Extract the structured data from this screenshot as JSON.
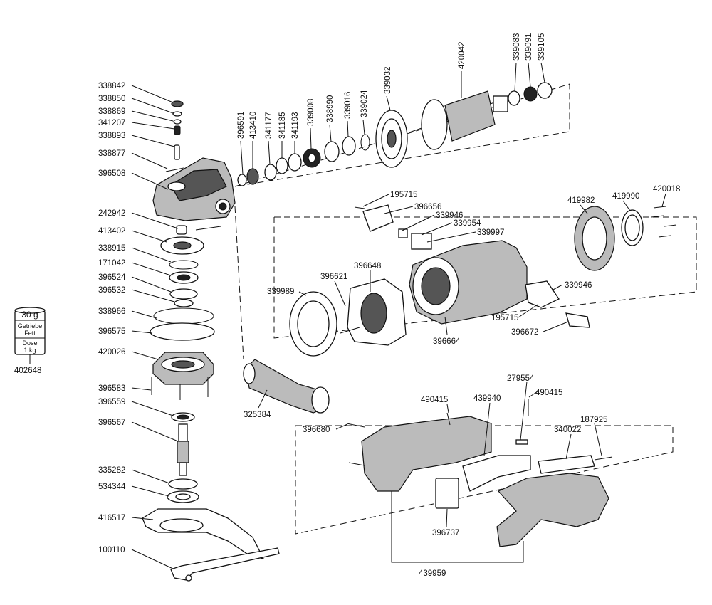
{
  "parts": {
    "p338842": "338842",
    "p338850": "338850",
    "p338869": "338869",
    "p341207": "341207",
    "p338893": "338893",
    "p338877": "338877",
    "p396508": "396508",
    "p242942": "242942",
    "p413402": "413402",
    "p338915": "338915",
    "p171042": "171042",
    "p396524": "396524",
    "p396532": "396532",
    "p338966": "338966",
    "p396575": "396575",
    "p420026": "420026",
    "p396583": "396583",
    "p396559": "396559",
    "p396567": "396567",
    "p335282": "335282",
    "p534344": "534344",
    "p416517": "416517",
    "p100110": "100110",
    "p402648": "402648",
    "p396591": "396591",
    "p413410": "413410",
    "p341177": "341177",
    "p341185": "341185",
    "p341193": "341193",
    "p339008": "339008",
    "p338990": "338990",
    "p339016": "339016",
    "p339024": "339024",
    "p339032": "339032",
    "p420042": "420042",
    "p339083": "339083",
    "p339091": "339091",
    "p339105": "339105",
    "p195715a": "195715",
    "p396656": "396656",
    "p339946a": "339946",
    "p339954": "339954",
    "p339997": "339997",
    "p419982": "419982",
    "p419990": "419990",
    "p420018": "420018",
    "p396621": "396621",
    "p396648": "396648",
    "p339989": "339989",
    "p339946b": "339946",
    "p195715b": "195715",
    "p396672": "396672",
    "p396664": "396664",
    "p325384": "325384",
    "p279554": "279554",
    "p490415a": "490415",
    "p439940": "439940",
    "p490415b": "490415",
    "p187925": "187925",
    "p340022": "340022",
    "p396680": "396680",
    "p396737": "396737",
    "p439959": "439959"
  },
  "grease_can": {
    "weight": "30 g",
    "label_line1": "Getriebe",
    "label_line2": "Fett",
    "label_line3": "Dose",
    "label_line4": "1 kg"
  }
}
